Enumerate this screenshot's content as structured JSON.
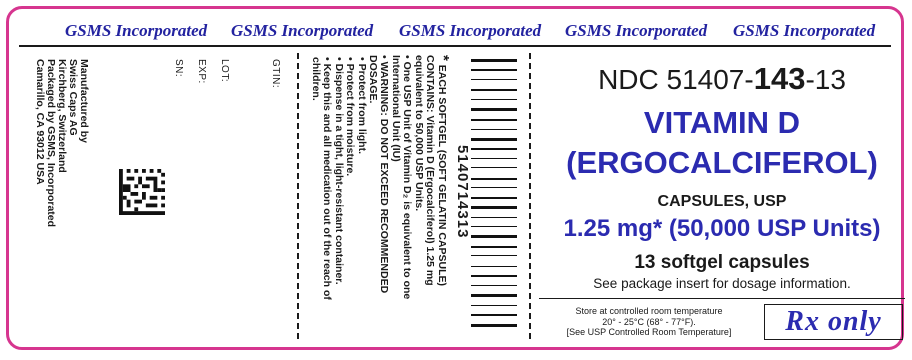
{
  "brand": {
    "name": "GSMS Incorporated",
    "repeat": 5,
    "color": "#2323a0"
  },
  "border_color": "#d6358f",
  "manufacturer": {
    "lines": [
      "Manufactured by",
      "Swiss Caps AG",
      "Kirchberg, Switzerland",
      "Packaged by GSMS, Incorporated",
      "Camarillo, CA 93012 USA"
    ]
  },
  "codes": {
    "gtin": "GTIN:",
    "lot": "LOT:",
    "exp": "EXP:",
    "sn": "SN:"
  },
  "warnings": {
    "lines": [
      "•  Protect from light.",
      "•  Protect from moisture.",
      "•  Dispense in a tight, light-resistant container.",
      "•  Keep this and all medication out of the reach of",
      "    children."
    ]
  },
  "composition": {
    "asterisk": "*",
    "lines": [
      "EACH SOFTGEL (SOFT GELATIN CAPSULE)",
      "CONTAINS: Vitamin D (Ergocalciferol) 1.25 mg",
      "equivalent to 50,000 USP Units.",
      "• One USP Unit of Vitamin D₂ is equivalent to one",
      "  International Unit (IU)",
      "• WARNING: DO NOT EXCEED RECOMMENDED",
      "  DOSAGE."
    ]
  },
  "barcode": {
    "number": "5140714313"
  },
  "product": {
    "ndc_prefix": "NDC 51407-",
    "ndc_product": "143",
    "ndc_suffix": "-13",
    "name_line1": "VITAMIN D",
    "name_line2": "(ERGOCALCIFEROL)",
    "form": "CAPSULES, USP",
    "strength": "1.25 mg* (50,000 USP Units)",
    "count": "13 softgel capsules",
    "insert": "See package insert for dosage information.",
    "accent_color": "#2b2bb0"
  },
  "storage": {
    "line1": "Store at controlled room temperature",
    "line2": "20° - 25°C (68° - 77°F).",
    "line3": "[See USP Controlled Room Temperature]"
  },
  "rx": {
    "label": "Rx only"
  }
}
